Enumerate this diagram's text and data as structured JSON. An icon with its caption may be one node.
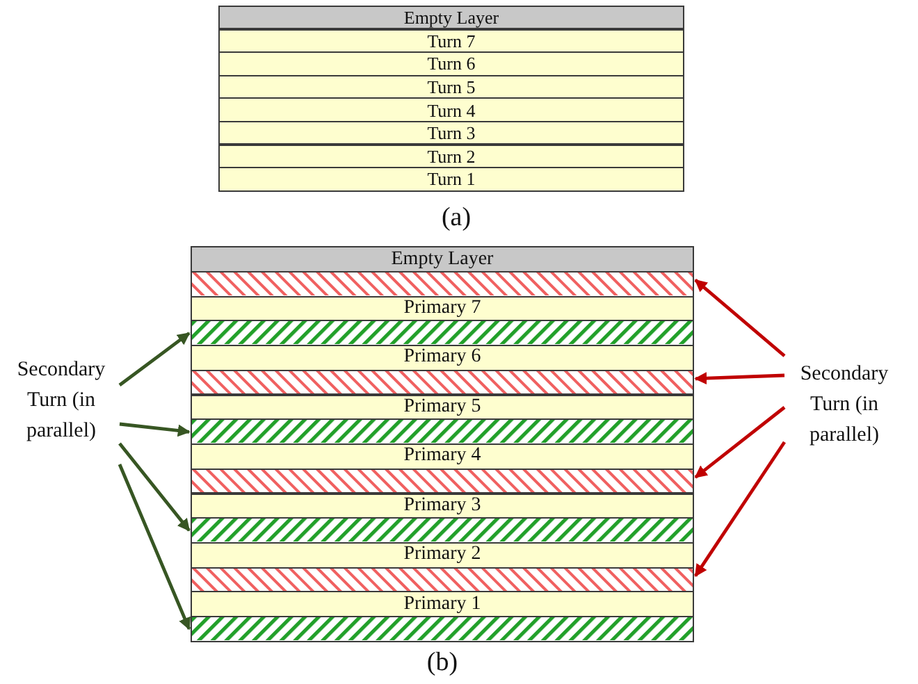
{
  "diagram": {
    "nodes": [
      {
        "text": [
          "Empty Layer"
        ]
      },
      {
        "text": [
          "Turn 7"
        ]
      },
      {
        "text": [
          "Turn 6"
        ]
      },
      {
        "text": [
          "Turn 5"
        ]
      },
      {
        "text": [
          "Turn 4"
        ]
      },
      {
        "text": [
          "Turn 3"
        ]
      },
      {
        "text": [
          "Turn 2"
        ]
      },
      {
        "text": [
          "Turn 1"
        ]
      },
      {
        "text": [
          "Empty Layer"
        ]
      },
      {
        "text": [],
        "shape": "bar"
      },
      {
        "text": [
          "Primary 7"
        ]
      },
      {
        "text": [],
        "shape": "bar"
      },
      {
        "text": [
          "Primary 6"
        ]
      },
      {
        "text": [],
        "shape": "bar"
      },
      {
        "text": [
          "Primary 5"
        ]
      },
      {
        "text": [],
        "shape": "bar"
      },
      {
        "text": [
          "Primary 4"
        ]
      },
      {
        "text": [],
        "shape": "bar"
      },
      {
        "text": [
          "Primary 3"
        ]
      },
      {
        "text": [],
        "shape": "bar"
      },
      {
        "text": [
          "Primary 2"
        ]
      },
      {
        "text": [],
        "shape": "bar"
      },
      {
        "text": [
          "Primary 1"
        ]
      },
      {
        "text": [],
        "shape": "bar"
      },
      {
        "text": [
          "Secondary Turn (in parallel)"
        ]
      },
      {
        "text": [
          "Secondary Turn (in parallel)"
        ]
      }
    ],
    "edges": [
      {
        "from": 24,
        "to": 11,
        "arrow": "to",
        "color": "#375623"
      },
      {
        "from": 24,
        "to": 15,
        "arrow": "to",
        "color": "#375623"
      },
      {
        "from": 24,
        "to": 19,
        "arrow": "to",
        "color": "#375623"
      },
      {
        "from": 24,
        "to": 23,
        "arrow": "to",
        "color": "#375623"
      },
      {
        "from": 25,
        "to": 9,
        "arrow": "to",
        "color": "#c00000"
      },
      {
        "from": 25,
        "to": 13,
        "arrow": "to",
        "color": "#c00000"
      },
      {
        "from": 25,
        "to": 17,
        "arrow": "to",
        "color": "#c00000"
      },
      {
        "from": 25,
        "to": 21,
        "arrow": "to",
        "color": "#c00000"
      }
    ],
    "labels": [
      "(a)",
      "(b)"
    ]
  }
}
